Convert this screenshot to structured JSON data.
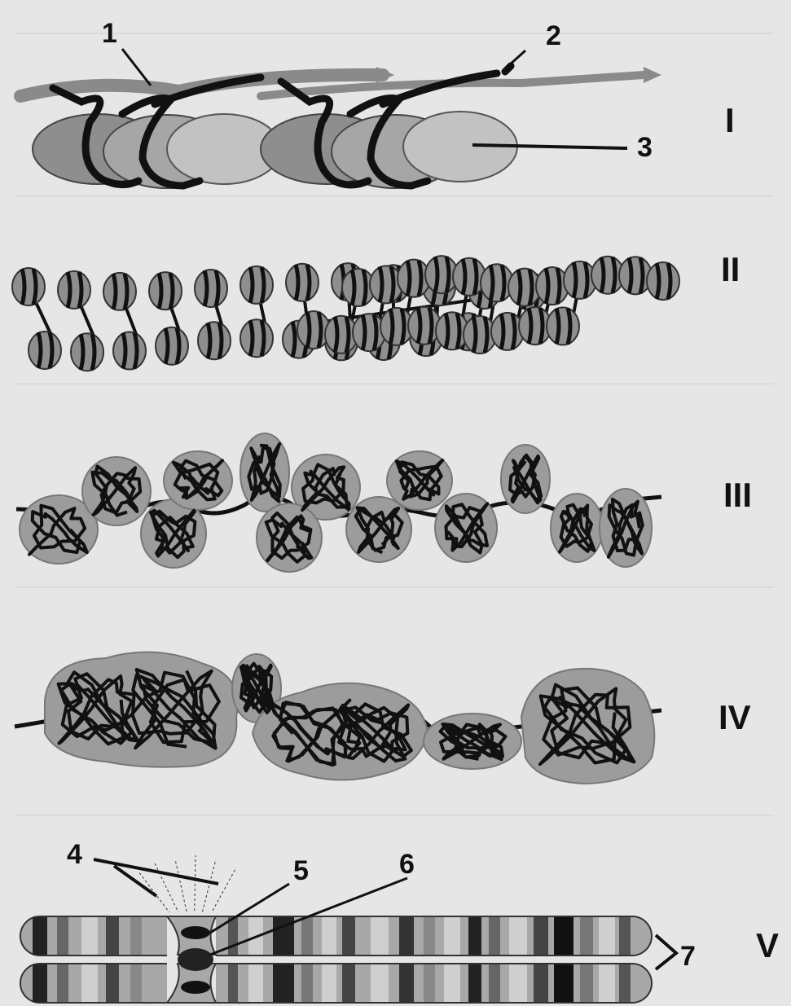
{
  "labels": {
    "n1": "1",
    "n2": "2",
    "n3": "3",
    "n4": "4",
    "n5": "5",
    "n6": "6",
    "n7": "7"
  },
  "stages": {
    "s1": "I",
    "s2": "II",
    "s3": "III",
    "s4": "IV",
    "s5": "V"
  },
  "colors": {
    "paper": "#e6e6e6",
    "histone_dark": "#8a8a8a",
    "histone_light": "#b9b9b9",
    "loop_domain": "#9c9c9c",
    "fiber": "#111111"
  }
}
